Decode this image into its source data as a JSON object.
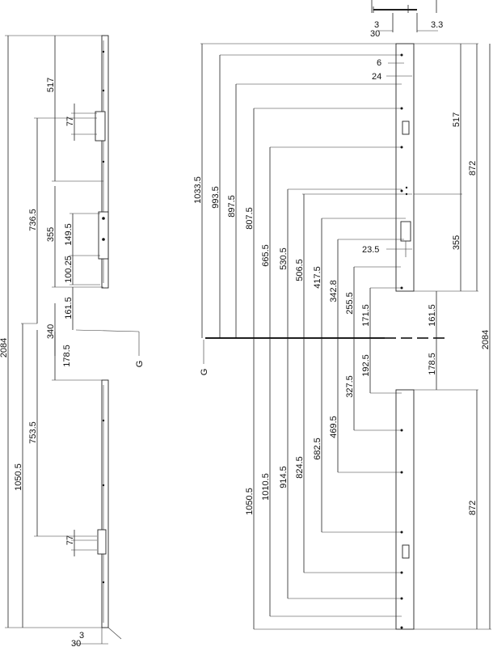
{
  "reference_label": "G",
  "top_detail": {
    "d3_left": "3",
    "d30": "30",
    "d3_3": "3.3"
  },
  "left_view": {
    "d2084": "2084",
    "d517": "517",
    "d77_top": "77",
    "d736_5": "736.5",
    "d355": "355",
    "d149_5": "149.5",
    "d100_25": "100.25",
    "d161_5": "161.5",
    "d340": "340",
    "d178_5": "178.5",
    "d753_5": "753.5",
    "d1050_5": "1050.5",
    "d77_bottom": "77",
    "d3": "3",
    "d30": "30"
  },
  "right_view": {
    "d6": "6",
    "d24": "24",
    "d23_5": "23.5",
    "d1033_5": "1033.5",
    "d993_5": "993.5",
    "d897_5": "897.5",
    "d807_5": "807.5",
    "d665_5": "665.5",
    "d530_5": "530.5",
    "d506_5": "506.5",
    "d417_5": "417.5",
    "d342_8": "342.8",
    "d255_5": "255.5",
    "d171_5": "171.5",
    "d517": "517",
    "d872_top": "872",
    "d355": "355",
    "d161_5": "161.5",
    "d2084": "2084",
    "d178_5": "178.5",
    "d192_5": "192.5",
    "d327_5": "327.5",
    "d469_5": "469.5",
    "d682_5": "682.5",
    "d824_5": "824.5",
    "d914_5": "914.5",
    "d1010_5": "1010.5",
    "d1050_5": "1050.5",
    "d872_bottom": "872"
  }
}
